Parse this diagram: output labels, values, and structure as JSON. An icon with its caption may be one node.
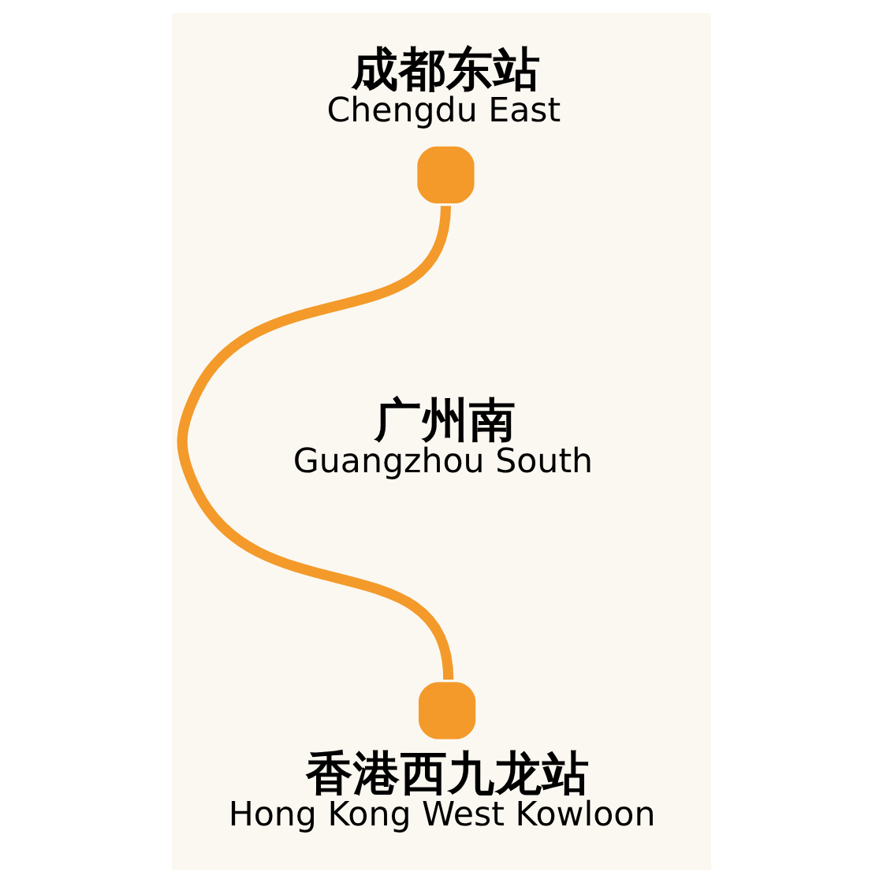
{
  "diagram": {
    "nodes": [
      {
        "text": [],
        "shape": "circle",
        "beside": [
          "成都东站",
          "Chengdu East"
        ]
      },
      {
        "text": [],
        "shape": "circle",
        "beside": [
          "香港西九龙站",
          "Hong Kong West Kowloon"
        ]
      }
    ],
    "edges": [
      {
        "from": 0,
        "to": 1,
        "arrow": "none"
      }
    ],
    "labels": [
      "广州南",
      "Guangzhou South"
    ]
  }
}
